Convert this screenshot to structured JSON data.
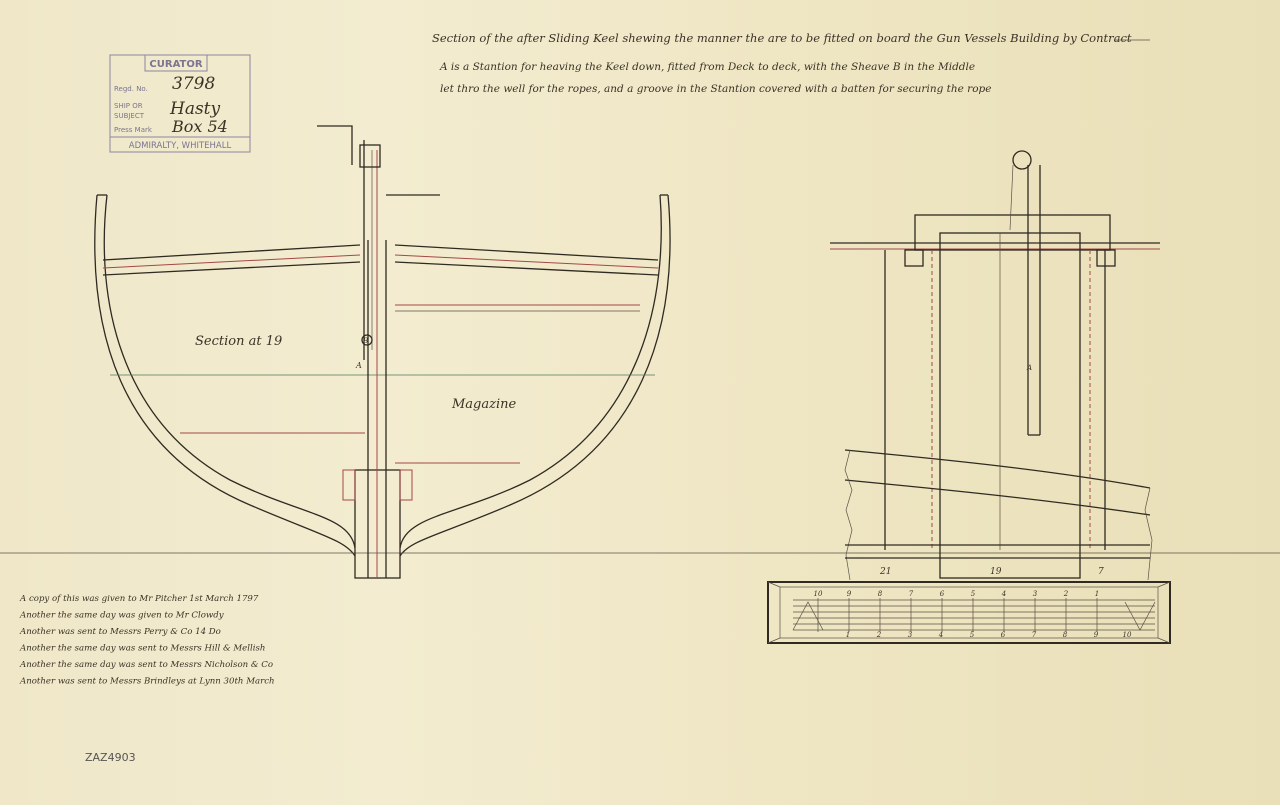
{
  "title": "Section of the after Sliding Keel shewing the manner the are to be fitted on board the Gun Vessels Building by Contract",
  "note_line1": "A is a Stantion for heaving the Keel down, fitted from Deck to deck, with the Sheave B in the Middle",
  "note_line2": "let thro the well for the ropes, and a groove in the Stantion covered with a batten for securing the rope",
  "stamp": {
    "header": "CURATOR",
    "regd_label": "Regd. No.",
    "regd_value": "3798",
    "ship_label_1": "SHIP OR",
    "ship_label_2": "SUBJECT",
    "ship_value": "Hasty",
    "press_label": "Press Mark",
    "press_value": "Box 54",
    "footer": "ADMIRALTY, WHITEHALL"
  },
  "labels": {
    "section": "Section at 19",
    "magazine": "Magazine",
    "a_left": "A",
    "b_left": "B",
    "a_right": "A",
    "frame_21": "21",
    "frame_19": "19",
    "frame_7": "7"
  },
  "scale": {
    "top_ticks": [
      "10",
      "9",
      "8",
      "7",
      "6",
      "5",
      "4",
      "3",
      "2",
      "1"
    ],
    "bottom_ticks": [
      "1",
      "2",
      "3",
      "4",
      "5",
      "6",
      "7",
      "8",
      "9",
      "10"
    ]
  },
  "distribution_notes": [
    "A copy of this was given to Mr Pitcher 1st March 1797",
    "Another the same day was given to Mr Clowdy",
    "Another was sent to Messrs Perry & Co 14 Do",
    "Another the same day was sent to Messrs Hill & Mellish",
    "Another the same day was sent to Messrs Nicholson & Co",
    "Another was sent to Messrs Brindleys at Lynn 30th March"
  ],
  "reference": "ZAZ4903",
  "colors": {
    "paper": "#efe7c8",
    "ink": "#2f2a22",
    "red_ink": "#a34848",
    "stamp": "#7a7590"
  }
}
